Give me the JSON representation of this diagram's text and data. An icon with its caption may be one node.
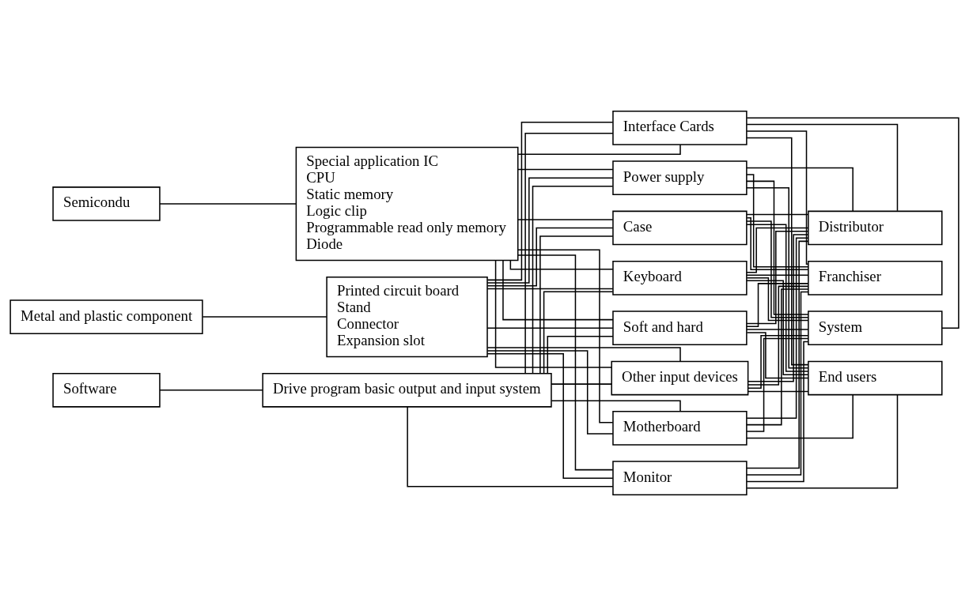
{
  "diagram": {
    "nodes": [
      {
        "text": [
          "Semicondu"
        ]
      },
      {
        "text": [
          "Special application IC",
          "CPU",
          "Static memory",
          "Logic clip",
          "Programmable read only memory",
          "Diode"
        ]
      },
      {
        "text": [
          "Metal and plastic component"
        ]
      },
      {
        "text": [
          "Printed circuit board",
          "Stand",
          "Connector",
          "Expansion slot"
        ]
      },
      {
        "text": [
          "Software"
        ]
      },
      {
        "text": [
          "Drive program basic output and input system"
        ]
      },
      {
        "text": [
          "Motherboard"
        ]
      },
      {
        "text": [
          "Monitor"
        ]
      },
      {
        "text": [
          "Interface Cards"
        ]
      },
      {
        "text": [
          "Power supply"
        ]
      },
      {
        "text": [
          "Case"
        ]
      },
      {
        "text": [
          "Keyboard"
        ]
      },
      {
        "text": [
          "Soft and hard"
        ]
      },
      {
        "text": [
          "Other input devices"
        ]
      },
      {
        "text": [
          "System"
        ]
      },
      {
        "text": [
          "End users"
        ]
      },
      {
        "text": [
          "Distributor"
        ]
      },
      {
        "text": [
          "Franchiser"
        ]
      }
    ],
    "edges": [
      {
        "from": 0,
        "to": 1,
        "arrow": "none"
      },
      {
        "from": 2,
        "to": 3,
        "arrow": "none"
      },
      {
        "from": 4,
        "to": 5,
        "arrow": "none"
      },
      {
        "from": 1,
        "to": 6,
        "arrow": "none"
      },
      {
        "from": 1,
        "to": 7,
        "arrow": "none"
      },
      {
        "from": 1,
        "to": 8,
        "arrow": "none"
      },
      {
        "from": 1,
        "to": 9,
        "arrow": "none"
      },
      {
        "from": 1,
        "to": 10,
        "arrow": "none"
      },
      {
        "from": 1,
        "to": 11,
        "arrow": "none"
      },
      {
        "from": 1,
        "to": 12,
        "arrow": "none"
      },
      {
        "from": 1,
        "to": 13,
        "arrow": "none"
      },
      {
        "from": 3,
        "to": 6,
        "arrow": "none"
      },
      {
        "from": 3,
        "to": 7,
        "arrow": "none"
      },
      {
        "from": 3,
        "to": 8,
        "arrow": "none"
      },
      {
        "from": 3,
        "to": 9,
        "arrow": "none"
      },
      {
        "from": 3,
        "to": 10,
        "arrow": "none"
      },
      {
        "from": 3,
        "to": 11,
        "arrow": "none"
      },
      {
        "from": 3,
        "to": 12,
        "arrow": "none"
      },
      {
        "from": 3,
        "to": 13,
        "arrow": "none"
      },
      {
        "from": 5,
        "to": 6,
        "arrow": "none"
      },
      {
        "from": 5,
        "to": 7,
        "arrow": "none"
      },
      {
        "from": 5,
        "to": 8,
        "arrow": "none"
      },
      {
        "from": 5,
        "to": 9,
        "arrow": "none"
      },
      {
        "from": 5,
        "to": 10,
        "arrow": "none"
      },
      {
        "from": 5,
        "to": 11,
        "arrow": "none"
      },
      {
        "from": 5,
        "to": 12,
        "arrow": "none"
      },
      {
        "from": 5,
        "to": 13,
        "arrow": "none"
      },
      {
        "from": 6,
        "to": 14,
        "arrow": "none"
      },
      {
        "from": 6,
        "to": 15,
        "arrow": "none"
      },
      {
        "from": 6,
        "to": 16,
        "arrow": "none"
      },
      {
        "from": 6,
        "to": 17,
        "arrow": "none"
      },
      {
        "from": 7,
        "to": 14,
        "arrow": "none"
      },
      {
        "from": 7,
        "to": 15,
        "arrow": "none"
      },
      {
        "from": 7,
        "to": 16,
        "arrow": "none"
      },
      {
        "from": 7,
        "to": 17,
        "arrow": "none"
      },
      {
        "from": 8,
        "to": 14,
        "arrow": "none"
      },
      {
        "from": 8,
        "to": 15,
        "arrow": "none"
      },
      {
        "from": 8,
        "to": 16,
        "arrow": "none"
      },
      {
        "from": 8,
        "to": 17,
        "arrow": "none"
      },
      {
        "from": 9,
        "to": 14,
        "arrow": "none"
      },
      {
        "from": 9,
        "to": 15,
        "arrow": "none"
      },
      {
        "from": 9,
        "to": 16,
        "arrow": "none"
      },
      {
        "from": 9,
        "to": 17,
        "arrow": "none"
      },
      {
        "from": 10,
        "to": 14,
        "arrow": "none"
      },
      {
        "from": 10,
        "to": 15,
        "arrow": "none"
      },
      {
        "from": 10,
        "to": 16,
        "arrow": "none"
      },
      {
        "from": 10,
        "to": 17,
        "arrow": "none"
      },
      {
        "from": 11,
        "to": 14,
        "arrow": "none"
      },
      {
        "from": 11,
        "to": 15,
        "arrow": "none"
      },
      {
        "from": 11,
        "to": 16,
        "arrow": "none"
      },
      {
        "from": 11,
        "to": 17,
        "arrow": "none"
      },
      {
        "from": 12,
        "to": 14,
        "arrow": "none"
      },
      {
        "from": 12,
        "to": 15,
        "arrow": "none"
      },
      {
        "from": 12,
        "to": 16,
        "arrow": "none"
      },
      {
        "from": 12,
        "to": 17,
        "arrow": "none"
      },
      {
        "from": 13,
        "to": 14,
        "arrow": "none"
      },
      {
        "from": 13,
        "to": 15,
        "arrow": "none"
      },
      {
        "from": 13,
        "to": 16,
        "arrow": "none"
      },
      {
        "from": 13,
        "to": 17,
        "arrow": "none"
      }
    ]
  }
}
